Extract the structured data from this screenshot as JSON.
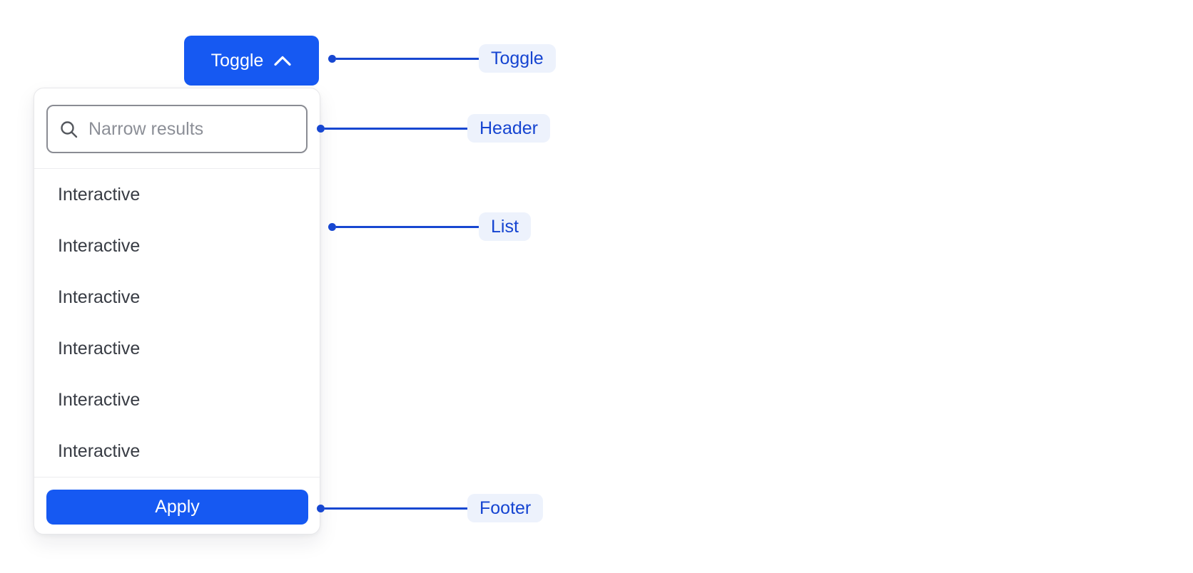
{
  "colors": {
    "primary": "#1659f2",
    "annotation_line": "#1747d1",
    "annotation_text": "#1544d1",
    "annotation_pill_bg": "#edf2fc",
    "panel_border": "#e7e7ea",
    "divider": "#ececef",
    "input_border": "#8a8c93",
    "list_text": "#383c44",
    "placeholder": "#8c8f97",
    "icon_gray": "#54575d",
    "canvas_bg": "#ffffff"
  },
  "toggle_button": {
    "label": "Toggle",
    "icon": "chevron-up-icon"
  },
  "dropdown": {
    "header": {
      "icon": "search-icon",
      "search_placeholder": "Narrow results",
      "search_value": ""
    },
    "list": {
      "items": [
        {
          "label": "Interactive"
        },
        {
          "label": "Interactive"
        },
        {
          "label": "Interactive"
        },
        {
          "label": "Interactive"
        },
        {
          "label": "Interactive"
        },
        {
          "label": "Interactive"
        }
      ]
    },
    "footer": {
      "apply_label": "Apply"
    }
  },
  "annotations": [
    {
      "id": "toggle",
      "label": "Toggle"
    },
    {
      "id": "header",
      "label": "Header"
    },
    {
      "id": "list",
      "label": "List"
    },
    {
      "id": "footer",
      "label": "Footer"
    }
  ]
}
